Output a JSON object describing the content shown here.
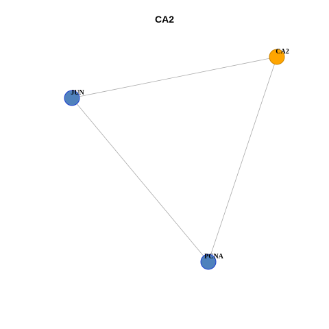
{
  "title": "CA2",
  "colors": {
    "target_fill": "#ffa500",
    "target_stroke": "#cc8400",
    "neighbor_fill": "#4f81bd",
    "neighbor_stroke": "#1f3fcf",
    "edge": "#a9a9a9"
  },
  "nodes": [
    {
      "id": "CA2",
      "label": "CA2",
      "role": "target"
    },
    {
      "id": "JUN",
      "label": "JUN",
      "role": "neighbor"
    },
    {
      "id": "PCNA",
      "label": "PCNA",
      "role": "neighbor"
    }
  ],
  "edges": [
    {
      "source": "JUN",
      "target": "CA2"
    },
    {
      "source": "CA2",
      "target": "PCNA"
    },
    {
      "source": "JUN",
      "target": "PCNA"
    }
  ]
}
